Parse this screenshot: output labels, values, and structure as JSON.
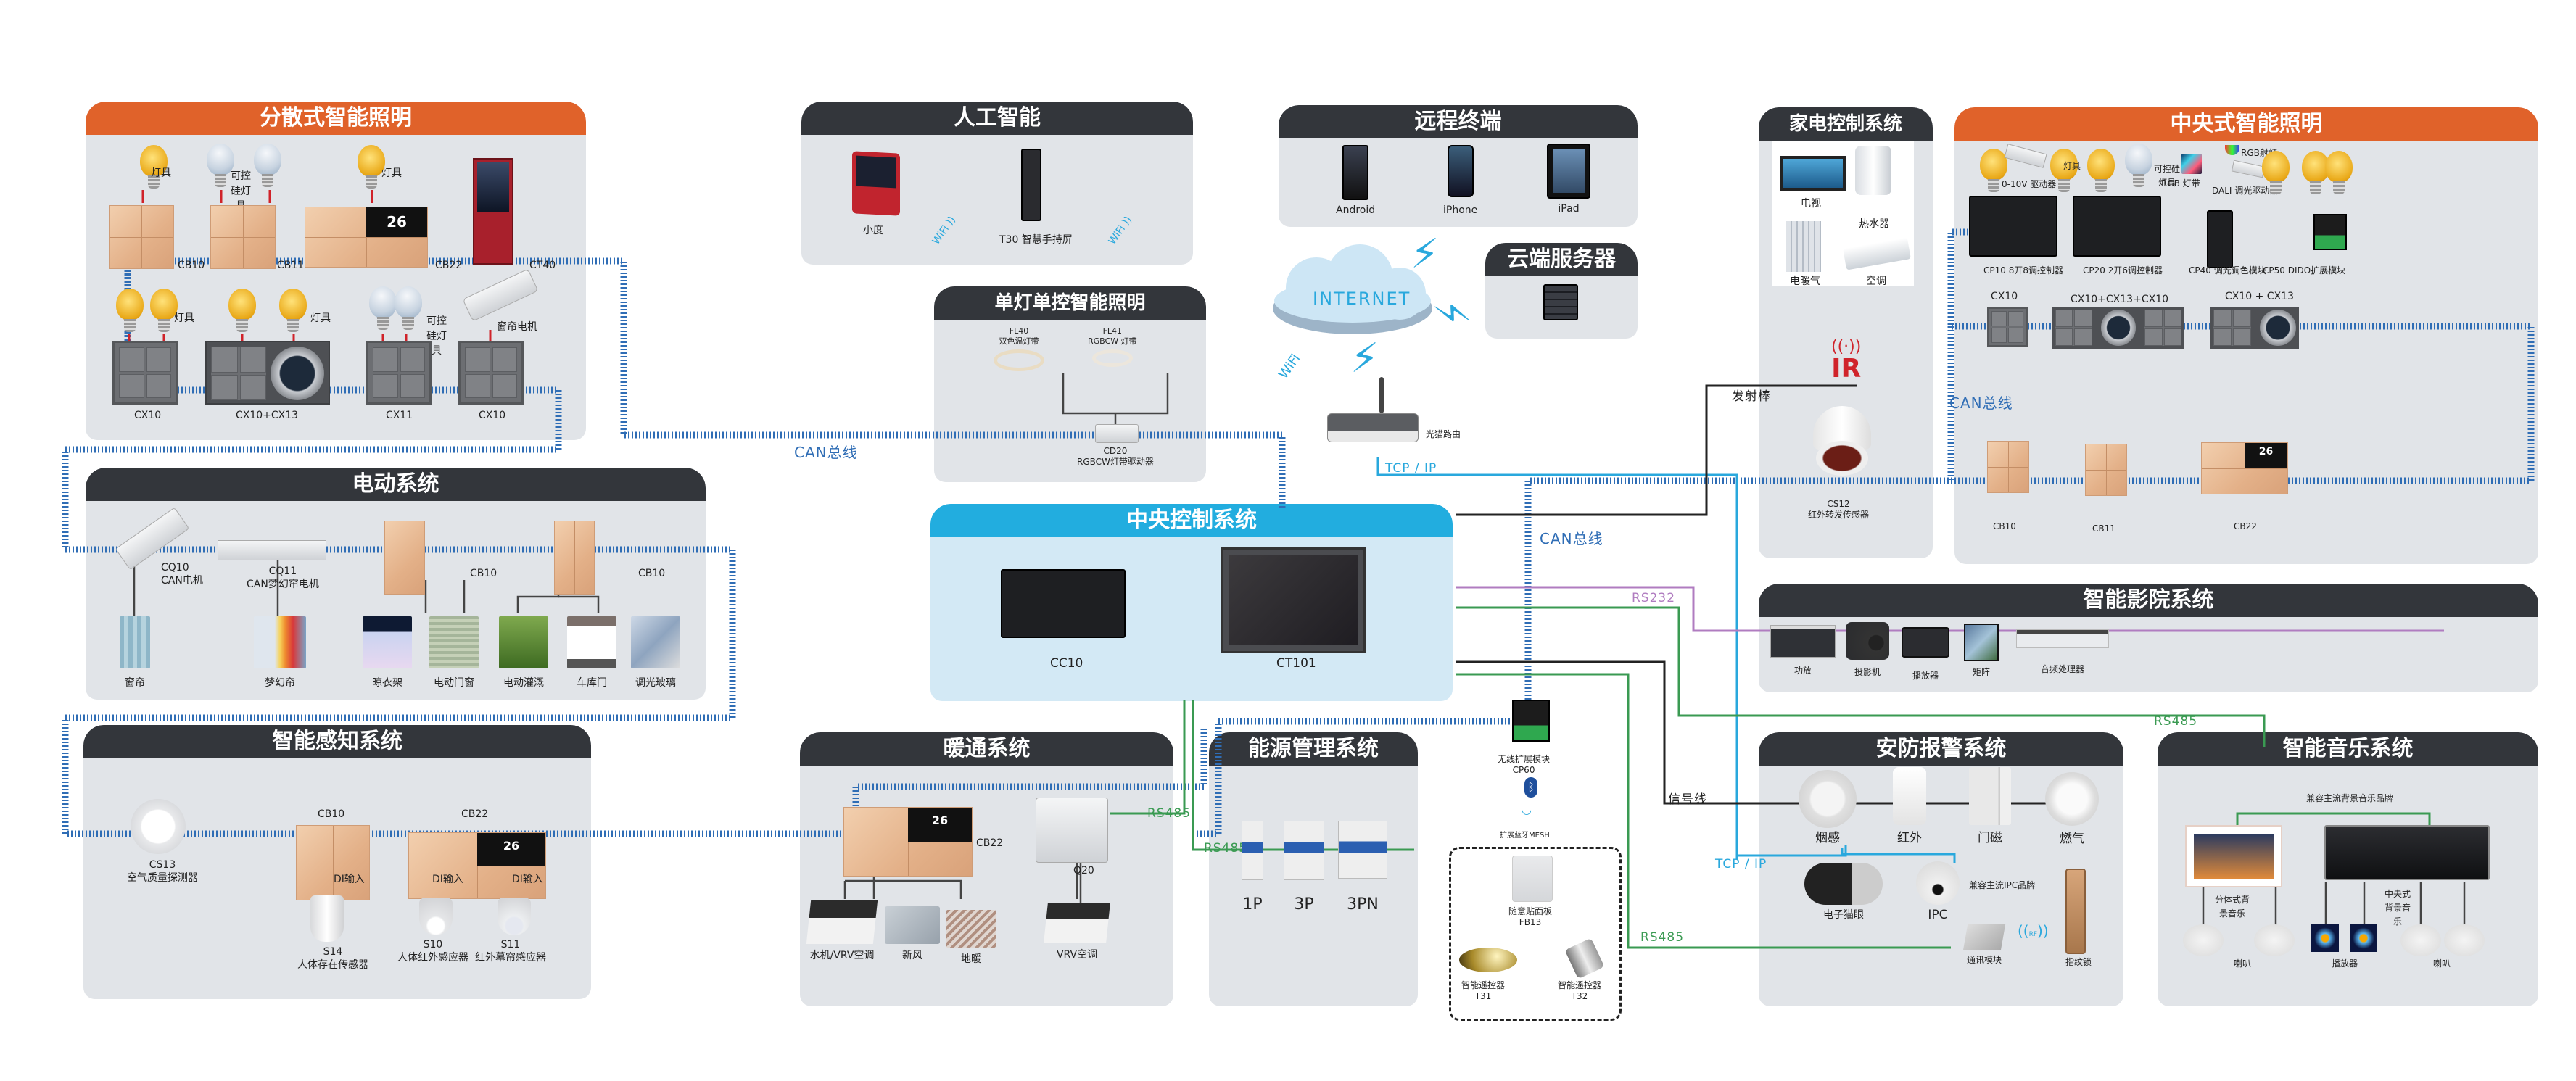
{
  "bus_labels": {
    "can_bus": "CAN总线",
    "tcp_ip": "TCP / IP",
    "rs232": "RS232",
    "rs485": "RS485",
    "signal_line": "信号线",
    "emitter": "发射棒",
    "wifi": "WiFi",
    "internet": "INTERNET",
    "router": "光猫路由",
    "ir": "IR",
    "rf": "RF"
  },
  "colors": {
    "orange_header": "#e0622a",
    "dark_header": "#33363b",
    "central_header": "#22addf",
    "can_bus": "#2f6db5",
    "tcp_ip": "#29a8dd",
    "rs232": "#b07cc0",
    "rs485": "#3a9a52"
  },
  "distributed_lighting": {
    "title": "分散式智能照明",
    "top_row": [
      {
        "model": "CB10",
        "loads": [
          "灯具"
        ]
      },
      {
        "model": "CB11",
        "loads": [
          "可控硅灯具"
        ]
      },
      {
        "model": "CB22",
        "loads": [
          "灯具"
        ]
      },
      {
        "model": "CT40",
        "loads": []
      }
    ],
    "bottom_row": [
      {
        "model": "CX10",
        "loads": [
          "灯具"
        ]
      },
      {
        "model": "CX10+CX13",
        "loads": [
          "灯具"
        ]
      },
      {
        "model": "CX11",
        "loads": [
          "可控硅灯具"
        ]
      },
      {
        "model": "CX10",
        "loads": [
          "窗帘电机"
        ]
      }
    ],
    "lcd": "26"
  },
  "ai": {
    "title": "人工智能",
    "devices": [
      {
        "name": "小度"
      },
      {
        "name": "T30 智慧手持屏"
      }
    ]
  },
  "single_lamp": {
    "title": "单灯单控智能照明",
    "strips": [
      {
        "model": "FL40",
        "name": "双色温灯带"
      },
      {
        "model": "FL41",
        "name": "RGBCW 灯带"
      }
    ],
    "driver": {
      "model": "CD20",
      "name": "RGBCW灯带驱动器"
    }
  },
  "remote": {
    "title": "远程终端",
    "devices": [
      "Android",
      "iPhone",
      "iPad"
    ]
  },
  "cloud_server": {
    "title": "云端服务器"
  },
  "appliance": {
    "title": "家电控制系统",
    "devices": [
      "电视",
      "热水器",
      "电暖气",
      "空调"
    ],
    "sensor": {
      "model": "CS12",
      "name": "红外转发传感器"
    }
  },
  "central_lighting": {
    "title": "中央式智能照明",
    "modules": [
      {
        "model": "CP10",
        "name": "8开8调控制器"
      },
      {
        "model": "CP20",
        "name": "2开6调控制器"
      },
      {
        "model": "CP40",
        "name": "调光调色模块"
      },
      {
        "model": "CP50",
        "name": "DIDO扩展模块"
      }
    ],
    "loads": {
      "driver_0_10v": "0-10V 驱动器",
      "lamp": "灯具",
      "scr_lamp": "可控硅灯具",
      "rgb_strip": "RGB 灯带",
      "rgb_spot": "RGB射灯",
      "dali": "DALI 调光驱动器"
    },
    "switch_row": [
      "CX10",
      "CX10+CX13+CX10",
      "CX10 + CX13"
    ],
    "panel_row": [
      "CB10",
      "CB11",
      "CB22"
    ]
  },
  "motor": {
    "title": "电动系统",
    "motors": [
      {
        "model": "CQ10",
        "name": "CAN电机",
        "load": "窗帘"
      },
      {
        "model": "CQ11",
        "name": "CAN梦幻帘电机",
        "load": "梦幻帘"
      }
    ],
    "panels": [
      {
        "model": "CB10",
        "loads": [
          "晾衣架",
          "电动门窗"
        ]
      },
      {
        "model": "CB10",
        "loads": [
          "电动灌溉",
          "车库门",
          "调光玻璃"
        ]
      }
    ]
  },
  "central_control": {
    "title": "中央控制系统",
    "devices": [
      "CC10",
      "CT101"
    ]
  },
  "sensing": {
    "title": "智能感知系统",
    "air": {
      "model": "CS13",
      "name": "空气质量探测器"
    },
    "panels": [
      "CB10",
      "CB22"
    ],
    "di_input": "DI输入",
    "sensors": [
      {
        "model": "S14",
        "name": "人体存在传感器"
      },
      {
        "model": "S10",
        "name": "人体红外感应器"
      },
      {
        "model": "S11",
        "name": "红外幕帘感应器"
      }
    ]
  },
  "hvac": {
    "title": "暖通系统",
    "panel": "CB22",
    "gateway": "Q20",
    "loads": [
      "水机/VRV空调",
      "新风",
      "地暖"
    ],
    "vrv": "VRV空调"
  },
  "energy": {
    "title": "能源管理系统",
    "breakers": [
      "1P",
      "3P",
      "3PN"
    ]
  },
  "wireless": {
    "module_name": "无线扩展模块",
    "module_model": "CP60",
    "mesh": "扩展蓝牙MESH",
    "devices": [
      {
        "name": "随意贴面板",
        "model": "FB13"
      },
      {
        "name": "智能遥控器",
        "model": "T31"
      },
      {
        "name": "智能遥控器",
        "model": "T32"
      }
    ]
  },
  "cinema": {
    "title": "智能影院系统",
    "devices": [
      "功放",
      "投影机",
      "播放器",
      "矩阵",
      "音频处理器"
    ]
  },
  "security": {
    "title": "安防报警系统",
    "sensors": [
      "烟感",
      "红外",
      "门磁",
      "燃气"
    ],
    "peephole": "电子猫眼",
    "ipc": "IPC",
    "ipc_note": "兼容主流IPC品牌",
    "comm": "通讯模块",
    "lock": "指纹锁"
  },
  "music": {
    "title": "智能音乐系统",
    "brand_note": "兼容主流背景音乐品牌",
    "split": "分体式背景音乐",
    "central": "中央式背景音乐",
    "speaker": "喇叭",
    "player": "播放器"
  }
}
